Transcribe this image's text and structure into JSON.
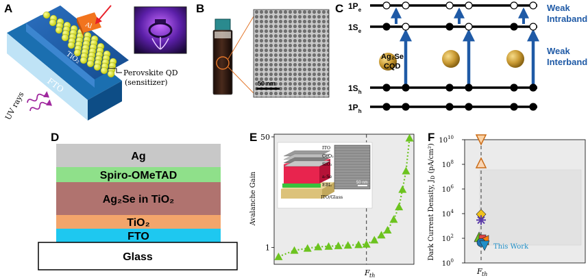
{
  "panel_labels": [
    "A",
    "B",
    "C",
    "D",
    "E",
    "F"
  ],
  "panel_a": {
    "layer_fto": "FTO",
    "layer_tio2": "TiO₂",
    "electrode": "Al",
    "uv": "UV rays",
    "qd_line1": "Perovskite QD",
    "qd_line2": "(sensitizer)"
  },
  "panel_b": {
    "scalebar": "50 nm"
  },
  "panel_c": {
    "levels": [
      "1P",
      "1S",
      "1S",
      "1P"
    ],
    "level_subs": [
      "e",
      "e",
      "h",
      "h"
    ],
    "qd_line1": "Ag₂Se",
    "qd_line2": "CQD",
    "annotation_intraband_1": "Weak",
    "annotation_intraband_2": "Intraband",
    "annotation_interband_1": "Weak",
    "annotation_interband_2": "Interband",
    "annotation_color": "#1f5aa6",
    "arrow_color": "#1f5aa6"
  },
  "panel_d": {
    "layers": [
      {
        "name": "Ag",
        "color": "#c8c8c8"
      },
      {
        "name": "Spiro-OMeTAD",
        "color": "#8fe08a"
      },
      {
        "name": "Ag₂Se in TiO₂",
        "color": "#b0736f"
      },
      {
        "name": "TiO₂",
        "color": "#f3a56b"
      },
      {
        "name": "FTO",
        "color": "#1ec8f0"
      },
      {
        "name": "Glass",
        "color": "#ffffff"
      }
    ]
  },
  "panel_e": {
    "ylabel": "Avalanche Gain",
    "xlabel": "F",
    "xlabel_sub": "th",
    "inset_layers": [
      "ITO",
      "CeO₂",
      "SiO₂",
      "a-Se",
      "EBL",
      "ITO/Glass"
    ],
    "inset_scalebar": "50 nm"
  },
  "panel_f": {
    "ylabel": "Dark Current Density, J",
    "ylabel_sub": "D",
    "ylabel_unit": "(pA/cm²)",
    "xlabel": "F",
    "xlabel_sub": "th",
    "this_work": "This Work",
    "this_work_color": "#1f8fc8"
  },
  "chart_data": [
    {
      "type": "line",
      "panel": "E",
      "ylabel": "Avalanche Gain",
      "xlabel": "F_th",
      "yscale": "log",
      "ylim": [
        0.55,
        55
      ],
      "y_ticks": [
        1,
        50
      ],
      "threshold_x": 0.0,
      "x": [
        -1.0,
        -0.82,
        -0.67,
        -0.55,
        -0.43,
        -0.32,
        -0.21,
        -0.09,
        0.0,
        0.09,
        0.17,
        0.24,
        0.31,
        0.37,
        0.41,
        0.45,
        0.49
      ],
      "values": [
        0.72,
        0.9,
        0.97,
        1.02,
        1.04,
        1.06,
        1.08,
        1.1,
        1.12,
        1.3,
        1.55,
        1.85,
        2.7,
        4.2,
        7.8,
        15.0,
        48.0
      ],
      "marker": "triangle",
      "color": "#6cc31f",
      "grid": false
    },
    {
      "type": "scatter",
      "panel": "F",
      "ylabel": "Dark Current Density, J_D (pA/cm²)",
      "xlabel": "F_th",
      "yscale": "log",
      "ylim": [
        1,
        10000000000
      ],
      "y_ticks": [
        1,
        100,
        10000,
        1000000,
        100000000,
        10000000000
      ],
      "y_tick_labels": [
        "10^0",
        "10^2",
        "10^4",
        "10^6",
        "10^8",
        "10^10"
      ],
      "points": [
        {
          "value": 10000000000,
          "marker": "triangle-down",
          "color": "#f5a04a"
        },
        {
          "value": 130000000,
          "marker": "triangle-up",
          "color": "#f1b07a"
        },
        {
          "value": 9000,
          "marker": "diamond",
          "color": "#f0c21c"
        },
        {
          "value": 3000,
          "marker": "asterisk",
          "color": "#5a3aa8"
        },
        {
          "value": 130,
          "marker": "triangle-up",
          "color": "#6cc31f"
        },
        {
          "value": 100,
          "marker": "square",
          "color": "#e04444"
        },
        {
          "value": 70,
          "marker": "triangle-left",
          "color": "#ff7f0e"
        },
        {
          "value": 45,
          "marker": "circle",
          "color": "#1f77b4"
        },
        {
          "value": 25,
          "marker": "triangle-down",
          "color": "#1f8fc8"
        }
      ],
      "this_work_value": 25,
      "grid": false
    }
  ]
}
